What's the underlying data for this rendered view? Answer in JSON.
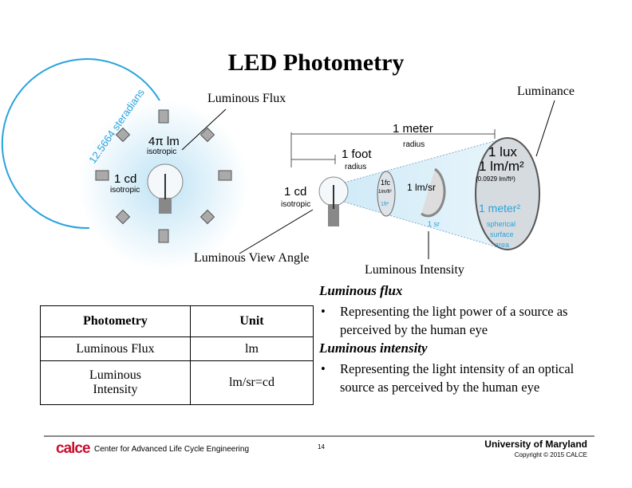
{
  "title": "LED Photometry",
  "diagram": {
    "callouts": {
      "flux": "Luminous Flux",
      "luminance": "Luminance",
      "view_angle": "Luminous View Angle",
      "intensity": "Luminous Intensity"
    },
    "left": {
      "steradians": "12.5664 steradians",
      "flux_value": "4π lm",
      "flux_sub": "isotropic",
      "cd_value": "1 cd",
      "cd_sub": "isotropic"
    },
    "right": {
      "meter": "1 meter",
      "meter_sub": "radius",
      "foot": "1 foot",
      "foot_sub": "radius",
      "cd_value": "1 cd",
      "cd_sub": "isotropic",
      "fc": "1fc",
      "fc_sub": "1lm/ft²",
      "ft2": "1ft²",
      "lmsr": "1 lm/sr",
      "sr": "1 sr",
      "lux": "1 lux",
      "lux2": "1 lm/m²",
      "lux3": "(0.0929 lm/ft²)",
      "m2": "1 meter²",
      "sph1": "spherical",
      "sph2": "surface",
      "sph3": "area"
    }
  },
  "table": {
    "headers": [
      "Photometry",
      "Unit"
    ],
    "rows": [
      [
        "Luminous Flux",
        "lm"
      ],
      [
        "Luminous Intensity",
        "lm/sr=cd"
      ]
    ]
  },
  "definitions": [
    {
      "heading": "Luminous flux",
      "bullet": "Representing the light power of a source as perceived by the human eye"
    },
    {
      "heading": "Luminous intensity",
      "bullet": "Representing the light intensity of an optical source as perceived by the human eye"
    }
  ],
  "footer": {
    "logo": "calce",
    "center_name": "Center for Advanced Life Cycle Engineering",
    "page": "14",
    "university": "University of Maryland",
    "copyright": "Copyright © 2015 CALCE"
  },
  "colors": {
    "accent": "#29a3dc",
    "logo": "#c8102e"
  }
}
